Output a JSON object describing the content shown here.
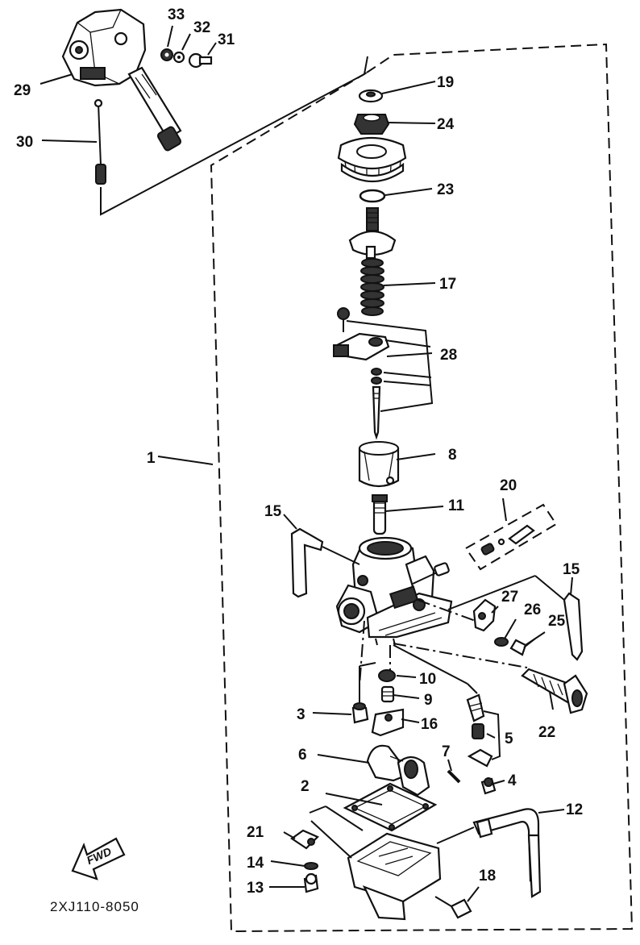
{
  "diagram": {
    "figure_code": "2XJ110-8050",
    "fwd_label": "FWD",
    "callouts": [
      "1",
      "2",
      "3",
      "4",
      "5",
      "6",
      "7",
      "8",
      "9",
      "10",
      "11",
      "12",
      "13",
      "14",
      "15",
      "15",
      "16",
      "17",
      "18",
      "19",
      "20",
      "21",
      "22",
      "23",
      "24",
      "25",
      "26",
      "27",
      "28",
      "29",
      "30",
      "31",
      "32",
      "33"
    ]
  }
}
